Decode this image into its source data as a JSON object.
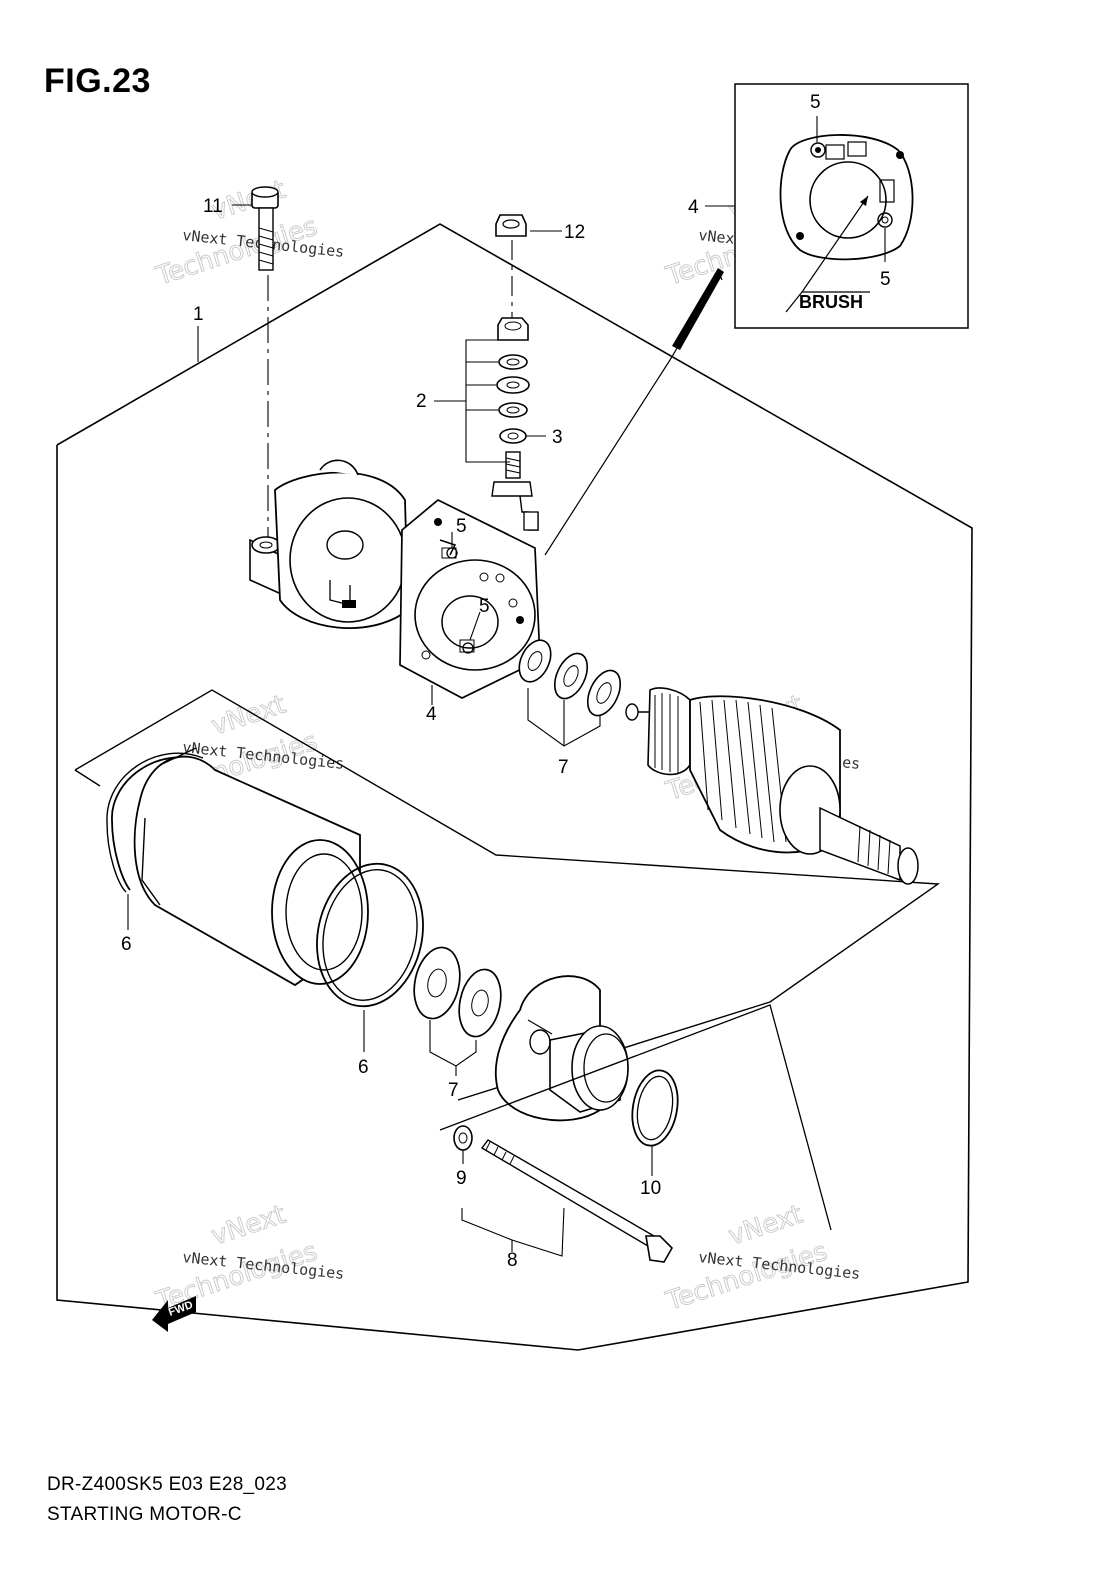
{
  "figure": {
    "title": "FIG.23",
    "model_code": "DR-Z400SK5 E03 E28_023",
    "section_name": "STARTING MOTOR-C"
  },
  "inset": {
    "label": "BRUSH"
  },
  "callouts": {
    "c1": "1",
    "c2": "2",
    "c3": "3",
    "c4_inset": "4",
    "c4_main": "4",
    "c5_inset_top": "5",
    "c5_inset_bottom": "5",
    "c5_main_top": "5",
    "c5_main_mid": "5",
    "c6_left": "6",
    "c6_mid": "6",
    "c7_upper": "7",
    "c7_lower": "7",
    "c8": "8",
    "c9": "9",
    "c10": "10",
    "c11": "11",
    "c12": "12"
  },
  "watermarks": {
    "brand": "vNext",
    "company": "Technologies",
    "full": "vNext Technologies"
  },
  "icons": {
    "fwd_arrow": "front-direction-arrow-icon",
    "fwd_text": "FWD"
  }
}
